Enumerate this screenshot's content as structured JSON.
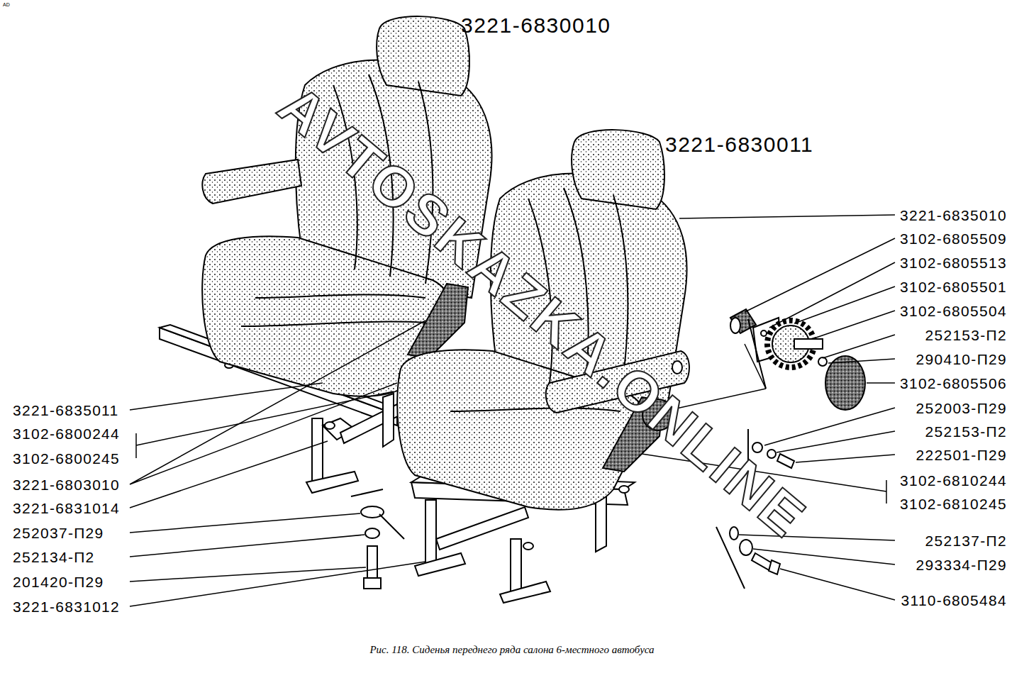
{
  "diagram": {
    "caption": "Рис. 118. Сиденья переднего ряда салона 6-местного автобуса",
    "labels": [
      "AD",
      "AVTOSKAZKA.ONLINE",
      "3221-6830010",
      "3221-6830011",
      "3221-6835010",
      "3102-6805509",
      "3102-6805513",
      "3102-6805501",
      "3102-6805504",
      "252153-П2",
      "290410-П29",
      "3102-6805506",
      "252003-П29",
      "252153-П2",
      "222501-П29",
      "3102-6810244",
      "3102-6810245",
      "252137-П2",
      "293334-П29",
      "3110-6805484",
      "3221-6835011",
      "3102-6800244",
      "3102-6800245",
      "3221-6803010",
      "3221-6831014",
      "252037-П29",
      "252134-П2",
      "201420-П29",
      "3221-6831012"
    ]
  }
}
